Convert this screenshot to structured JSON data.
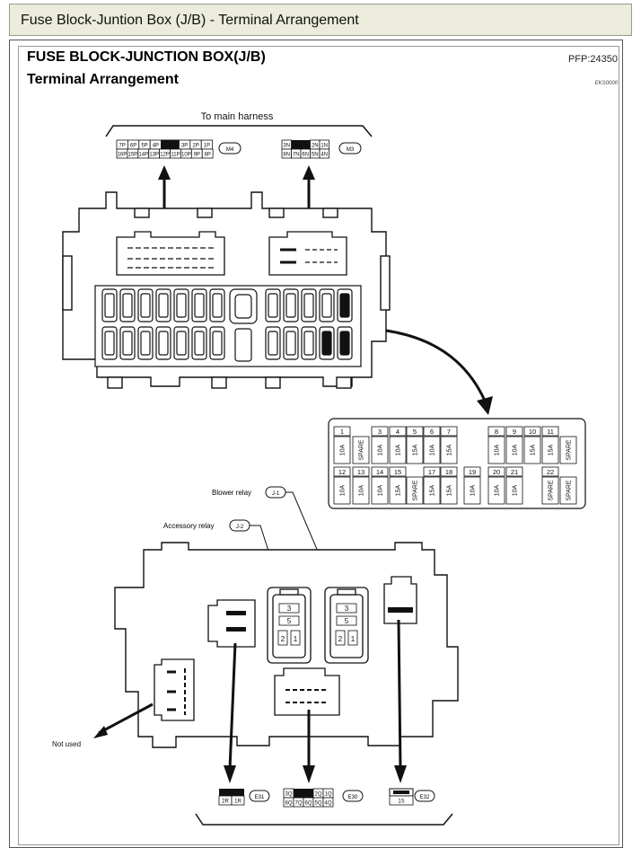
{
  "header": {
    "title": "Fuse Block-Juntion Box (J/B) - Terminal Arrangement"
  },
  "doc": {
    "main_title": "FUSE BLOCK-JUNCTION BOX(J/B)",
    "subtitle": "Terminal Arrangement",
    "pfp": "PFP:24350",
    "image_code": "EKS0000"
  },
  "labels": {
    "to_main_harness": "To main harness",
    "blower_relay": "Blower relay",
    "accessory_relay": "Accessory relay",
    "not_used": "Not used"
  },
  "connectors": {
    "m4": {
      "id": "M4",
      "top": [
        "7P",
        "6P",
        "5P",
        "4P",
        "3P",
        "2P",
        "1P"
      ],
      "bottom": [
        "16P",
        "15P",
        "14P",
        "13P",
        "12P",
        "11P",
        "10P",
        "9P",
        "8P"
      ]
    },
    "m3": {
      "id": "M3",
      "top": [
        "3N",
        "2N",
        "1N"
      ],
      "bottom": [
        "8N",
        "7N",
        "6N",
        "5N",
        "4N"
      ]
    },
    "e31": {
      "id": "E31",
      "pins": [
        "2R",
        "1R"
      ]
    },
    "e30": {
      "id": "E30",
      "top": [
        "3Q",
        "2Q",
        "1Q"
      ],
      "bottom": [
        "8Q",
        "7Q",
        "6Q",
        "5Q",
        "4Q"
      ]
    },
    "e32": {
      "id": "E32",
      "pins": [
        "1S"
      ]
    }
  },
  "relays": {
    "j1": {
      "id": "J-1",
      "pins": [
        "3",
        "5",
        "2",
        "1"
      ]
    },
    "j2": {
      "id": "J-2",
      "pins": [
        "3",
        "5",
        "2",
        "1"
      ]
    }
  },
  "fuse_table": {
    "row1": [
      {
        "no": "1",
        "rating": "10A"
      },
      {
        "no": "",
        "rating": "SPARE"
      },
      {
        "no": "3",
        "rating": "10A"
      },
      {
        "no": "4",
        "rating": "10A"
      },
      {
        "no": "5",
        "rating": "15A"
      },
      {
        "no": "6",
        "rating": "10A"
      },
      {
        "no": "7",
        "rating": "15A"
      },
      {
        "no": "8",
        "rating": "10A"
      },
      {
        "no": "9",
        "rating": "10A"
      },
      {
        "no": "10",
        "rating": "15A"
      },
      {
        "no": "11",
        "rating": "15A"
      },
      {
        "no": "",
        "rating": "SPARE"
      }
    ],
    "row2": [
      {
        "no": "12",
        "rating": "10A"
      },
      {
        "no": "13",
        "rating": "10A"
      },
      {
        "no": "14",
        "rating": "10A"
      },
      {
        "no": "15",
        "rating": "15A"
      },
      {
        "no": "",
        "rating": "SPARE"
      },
      {
        "no": "17",
        "rating": "15A"
      },
      {
        "no": "18",
        "rating": "15A"
      },
      {
        "no": "19",
        "rating": "10A"
      },
      {
        "no": "20",
        "rating": "10A"
      },
      {
        "no": "21",
        "rating": "10A"
      },
      {
        "no": "22",
        "rating": "SPARE"
      },
      {
        "no": "",
        "rating": "SPARE"
      }
    ]
  },
  "colors": {
    "header_bg": "#ececdc",
    "line": "#1a1a1a",
    "fill_black": "#000000"
  }
}
